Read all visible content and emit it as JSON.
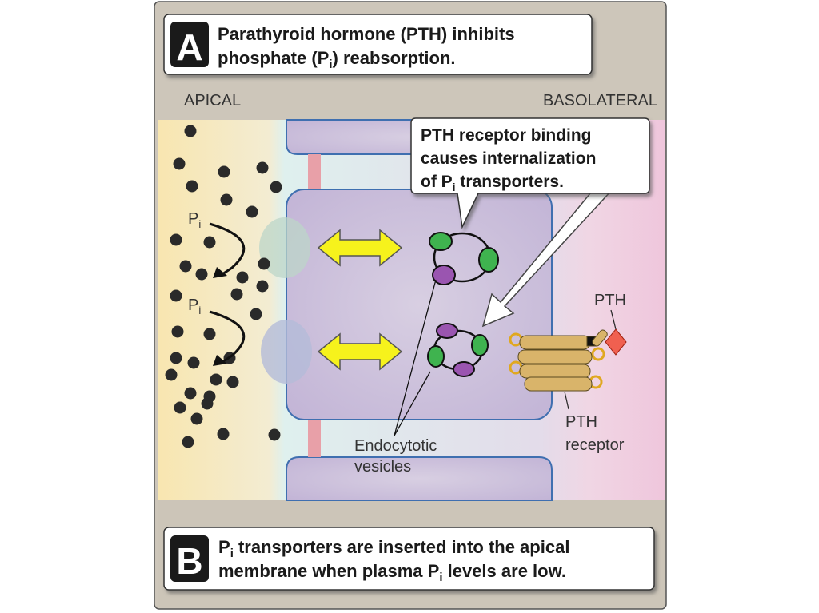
{
  "panel_a": {
    "letter": "A",
    "line1": "Parathyroid hormone (PTH) inhibits",
    "line2_pre": "phosphate (P",
    "line2_sub": "i",
    "line2_post": ") reabsorption."
  },
  "labels": {
    "apical": "APICAL",
    "basolateral": "BASOLATERAL",
    "pi_main": "P",
    "pi_sub": "i",
    "pth": "PTH",
    "pth_receptor_1": "PTH",
    "pth_receptor_2": "receptor",
    "endocytotic_1": "Endocytotic",
    "endocytotic_2": "vesicles"
  },
  "callout": {
    "line1": "PTH receptor binding",
    "line2": "causes internalization",
    "line3_pre": "of P",
    "line3_sub": "i",
    "line3_post": " transporters."
  },
  "panel_b": {
    "letter": "B",
    "line1_pre": "P",
    "line1_sub": "i",
    "line1_post": " transporters are inserted into the apical",
    "line2_pre": "membrane when plasma P",
    "line2_sub": "i",
    "line2_post": " levels are low."
  },
  "colors": {
    "frame_bg": "#cdc6ba",
    "apical_fluid": "#f7e6b4",
    "interstitial": "#dbeef0",
    "basolateral": "#eecbe0",
    "cell": "#c9bcd9",
    "cell_border": "#3f6fb0",
    "arrow_yellow": "#f6f21c",
    "transporter_green": "#3fb34f",
    "transporter_purple": "#9a55b0",
    "receptor_gold": "#d9b46a",
    "pth_red": "#f06050"
  }
}
